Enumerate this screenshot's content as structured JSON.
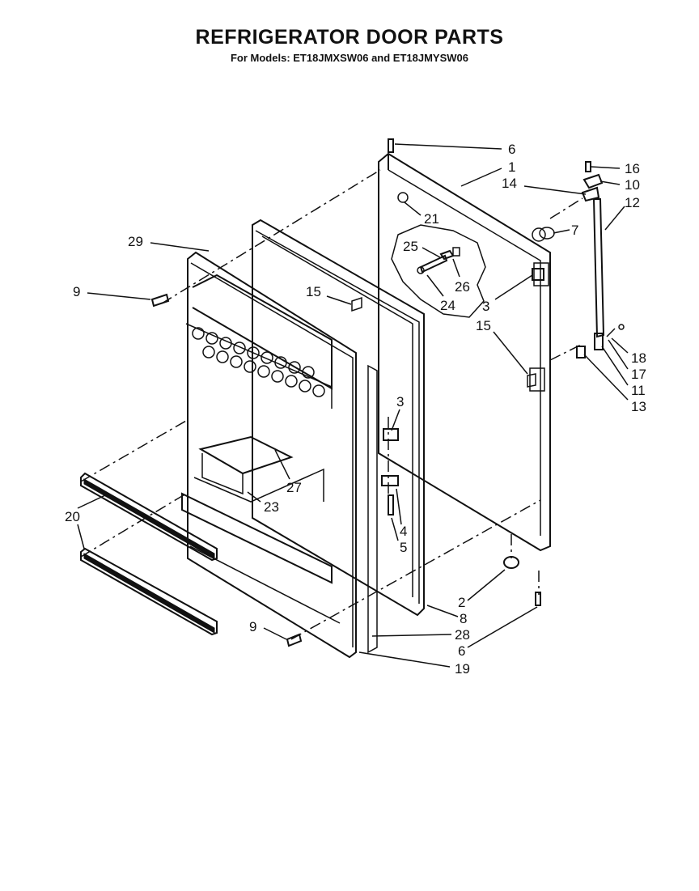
{
  "header": {
    "title": "REFRIGERATOR DOOR PARTS",
    "subtitle": "For Models: ET18JMXSW06 and ET18JMYSW06"
  },
  "callouts": [
    {
      "id": "c6a",
      "text": "6"
    },
    {
      "id": "c1",
      "text": "1"
    },
    {
      "id": "c16",
      "text": "16"
    },
    {
      "id": "c10",
      "text": "10"
    },
    {
      "id": "c14",
      "text": "14"
    },
    {
      "id": "c12",
      "text": "12"
    },
    {
      "id": "c21",
      "text": "21"
    },
    {
      "id": "c7",
      "text": "7"
    },
    {
      "id": "c29",
      "text": "29"
    },
    {
      "id": "c25",
      "text": "25"
    },
    {
      "id": "c26",
      "text": "26"
    },
    {
      "id": "c9a",
      "text": "9"
    },
    {
      "id": "c15a",
      "text": "15"
    },
    {
      "id": "c24",
      "text": "24"
    },
    {
      "id": "c3a",
      "text": "3"
    },
    {
      "id": "c15b",
      "text": "15"
    },
    {
      "id": "c18",
      "text": "18"
    },
    {
      "id": "c17",
      "text": "17"
    },
    {
      "id": "c11",
      "text": "11"
    },
    {
      "id": "c13",
      "text": "13"
    },
    {
      "id": "c3b",
      "text": "3"
    },
    {
      "id": "c27",
      "text": "27"
    },
    {
      "id": "c23",
      "text": "23"
    },
    {
      "id": "c20",
      "text": "20"
    },
    {
      "id": "c4",
      "text": "4"
    },
    {
      "id": "c5",
      "text": "5"
    },
    {
      "id": "c2",
      "text": "2"
    },
    {
      "id": "c8",
      "text": "8"
    },
    {
      "id": "c9b",
      "text": "9"
    },
    {
      "id": "c28",
      "text": "28"
    },
    {
      "id": "c6b",
      "text": "6"
    },
    {
      "id": "c19",
      "text": "19"
    }
  ]
}
